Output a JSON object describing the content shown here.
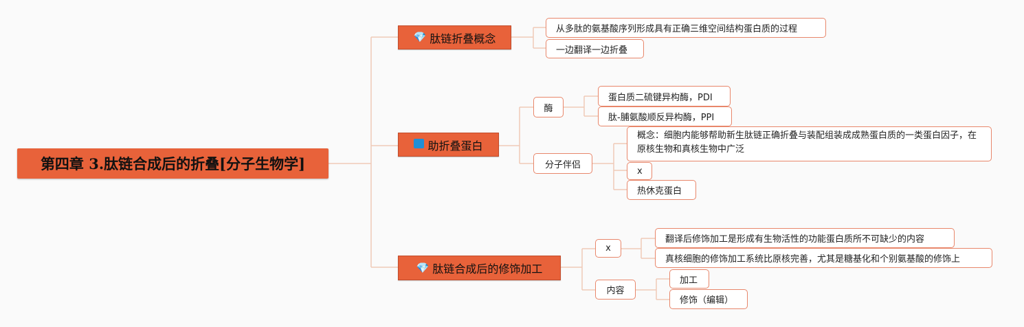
{
  "root": {
    "label": "第四章 3.肽链合成后的折叠[分子生物学]"
  },
  "branches": {
    "concept": {
      "label": "肽链折叠概念",
      "icon": "diamond-icon",
      "items": [
        "从多肽的氨基酸序列形成具有正确三维空间结构蛋白质的过程",
        "一边翻译一边折叠"
      ]
    },
    "helper": {
      "label": "助折叠蛋白",
      "icon": "blue-square-icon",
      "enzyme": {
        "label": "酶",
        "items": [
          "蛋白质二硫键异构酶，PDI",
          "肽-脯氨酸顺反异构酶，PPI"
        ]
      },
      "chaperone": {
        "label": "分子伴侣",
        "items": [
          "概念：细胞内能够帮助新生肽链正确折叠与装配组装成成熟蛋白质的一类蛋白因子，在原核生物和真核生物中广泛",
          "x",
          "热休克蛋白"
        ]
      }
    },
    "modify": {
      "label": "肽链合成后的修饰加工",
      "icon": "diamond-icon",
      "x": {
        "label": "x",
        "items": [
          "翻译后修饰加工是形成有生物活性的功能蛋白质所不可缺少的内容",
          "真核细胞的修饰加工系统比原核完善，尤其是糖基化和个别氨基酸的修饰上"
        ]
      },
      "content": {
        "label": "内容",
        "items": [
          "加工",
          "修饰（编辑）"
        ]
      }
    }
  },
  "colors": {
    "node_fill": "#e8623a",
    "leaf_border": "#e8866a",
    "line": "#f0c9b8"
  }
}
